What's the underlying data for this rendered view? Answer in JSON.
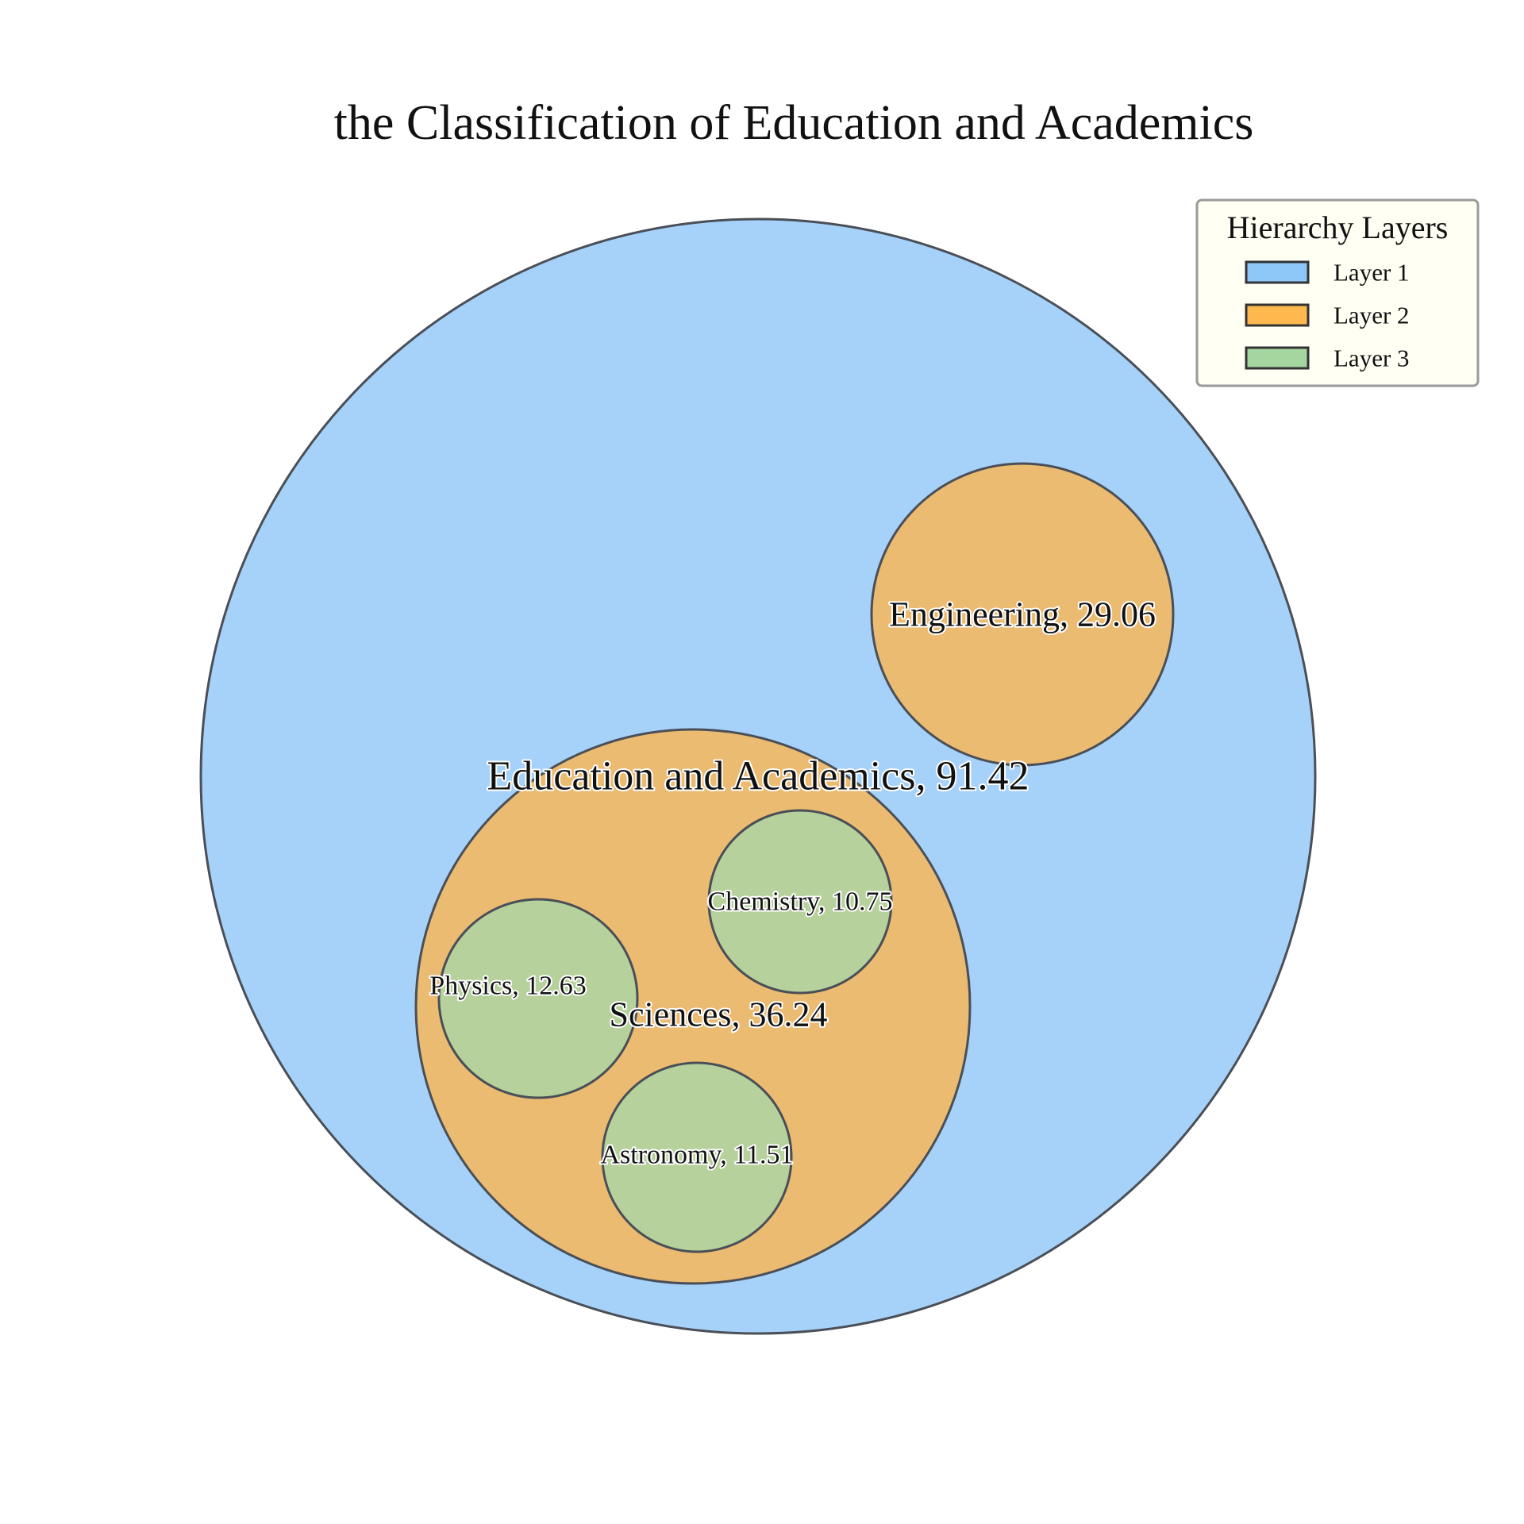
{
  "chart_data": {
    "type": "circle-packing",
    "title": "the Classification of Education and Academics",
    "legend": {
      "title": "Hierarchy Layers",
      "placement": "top-right",
      "entries": [
        {
          "label": "Layer 1",
          "color": "#8ec8f8"
        },
        {
          "label": "Layer 2",
          "color": "#ffb84d"
        },
        {
          "label": "Layer 3",
          "color": "#a6d6a0"
        }
      ]
    },
    "layer_fill_colors": [
      "#a6d2fa",
      "#ecbb72",
      "#b6d19c"
    ],
    "nodes": [
      {
        "name": "Education and Academics",
        "value": 91.42,
        "layer": 1,
        "label": "Education and Academics, 91.42"
      },
      {
        "name": "Engineering",
        "value": 29.06,
        "layer": 2,
        "parent": "Education and Academics",
        "label": "Engineering, 29.06"
      },
      {
        "name": "Sciences",
        "value": 36.24,
        "layer": 2,
        "parent": "Education and Academics",
        "label": "Sciences, 36.24"
      },
      {
        "name": "Chemistry",
        "value": 10.75,
        "layer": 3,
        "parent": "Sciences",
        "label": "Chemistry, 10.75"
      },
      {
        "name": "Physics",
        "value": 12.63,
        "layer": 3,
        "parent": "Sciences",
        "label": "Physics, 12.63"
      },
      {
        "name": "Astronomy",
        "value": 11.51,
        "layer": 3,
        "parent": "Sciences",
        "label": "Astronomy, 11.51"
      }
    ]
  }
}
